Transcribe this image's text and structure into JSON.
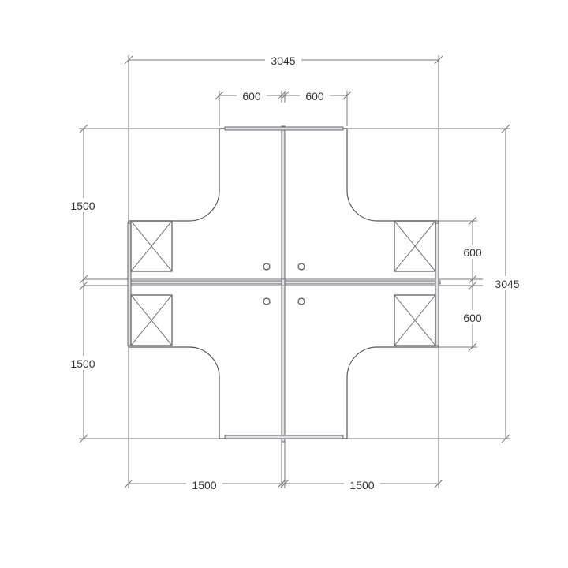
{
  "drawing": {
    "type": "floor-plan",
    "subject": "4-seat cross workstation with partitions and side cabinets",
    "line_color": "#555555",
    "panel_color": "#dfe2e6",
    "dimensions": {
      "overall_width": "3045",
      "overall_depth": "3045",
      "top_left_segment": "600",
      "top_right_segment": "600",
      "left_upper": "1500",
      "left_lower": "1500",
      "right_upper": "600",
      "right_lower": "600",
      "bottom_left": "1500",
      "bottom_right": "1500"
    },
    "cabinets": 4,
    "grommets": 4
  }
}
